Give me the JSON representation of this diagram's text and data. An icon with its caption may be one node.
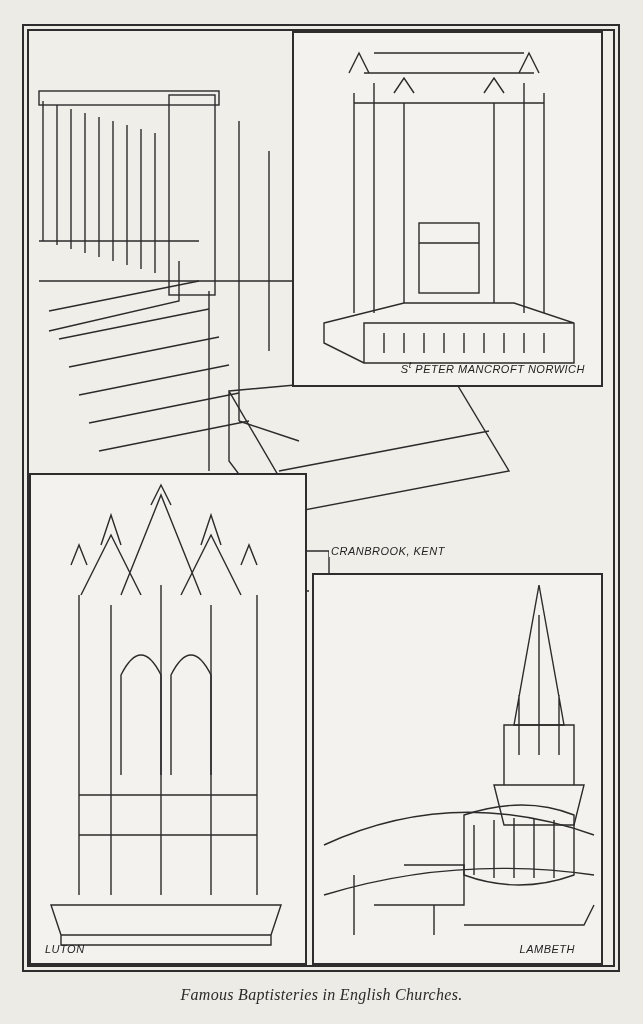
{
  "diagram": {
    "caption": "Famous Baptisteries in English Churches.",
    "nodes": [
      {
        "text": [
          "CRANBROOK, KENT"
        ]
      },
      {
        "text": [
          "S$^{t}$ PETER MANCROFT NORWICH"
        ],
        "in": 0
      },
      {
        "text": [
          "LUTON"
        ],
        "in": 0
      },
      {
        "text": [
          "LAMBETH"
        ],
        "in": 0
      }
    ]
  }
}
